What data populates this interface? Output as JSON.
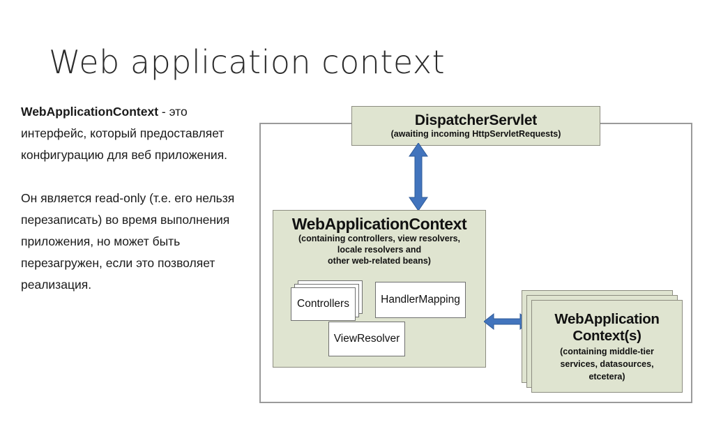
{
  "slide": {
    "title": "Web application context"
  },
  "text_column": {
    "paragraph1_bold": "WebApplicationContext",
    "paragraph1_rest": " - это интерфейс, который предоставляет конфигурацию для веб приложения.",
    "paragraph2": "Он является read-only (т.е. его нельзя перезаписать) во время выполнения приложения, но может быть перезагружен, если это позволяет реализация."
  },
  "diagram": {
    "dispatcher_servlet": {
      "title": "DispatcherServlet",
      "subtitle": "(awaiting incoming HttpServletRequests)"
    },
    "web_application_context": {
      "title": "WebApplicationContext",
      "subtitle_line1": "(containing controllers, view resolvers,",
      "subtitle_line2": "locale resolvers and",
      "subtitle_line3": "other web-related beans)"
    },
    "inner_boxes": {
      "controllers": "Controllers",
      "handler_mapping": "HandlerMapping",
      "view_resolver": "ViewResolver"
    },
    "web_application_contexts": {
      "title_line1": "WebApplication",
      "title_line2": "Context(s)",
      "subtitle_line1": "(containing middle-tier",
      "subtitle_line2": "services, datasources,",
      "subtitle_line3": "etcetera)"
    },
    "arrows": {
      "vertical": "double-headed-vertical-arrow",
      "horizontal": "double-headed-horizontal-arrow"
    },
    "colors": {
      "node_fill": "#dfe4d0",
      "node_border": "#8c8c80",
      "arrow_blue": "#4274bd",
      "frame_border": "#9a9a9a",
      "inner_box_fill": "#ffffff"
    }
  }
}
